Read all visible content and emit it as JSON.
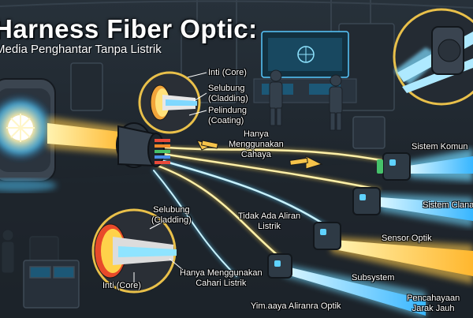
{
  "title": "Harness Fiber Optic:",
  "subtitle": "Media Penghantar Tanpa Listrik",
  "labels": {
    "core_top": "Inti (Core)",
    "cladding_top": "Selubung\n(Cladding)",
    "coating_top": "Pelindung\n(Coating)",
    "only_light": "Hanya\nMenggunakan\nCahaya",
    "no_current": "Tidak Ada Aliran\nListrik",
    "cladding_bottom": "Selubung\n(Cladding)",
    "core_bottom": "Inti (Core)",
    "only_light_bottom": "Hanya Menggunakan\nCahari Listrik",
    "comm_system": "Sistem Komun",
    "system_clan": "Sistem Clana",
    "optic_sensor": "Sensor Optik",
    "subsystem": "Subsystem",
    "optic_flow": "Yim.aaya Aliranra Optik",
    "lighting": "Pencahayaan\nJarak Jauh"
  },
  "colors": {
    "background": "#1c2229",
    "yellow_glow": "#ffd85a",
    "blue_glow": "#5fd2ff",
    "connector": "#2e3a45"
  }
}
